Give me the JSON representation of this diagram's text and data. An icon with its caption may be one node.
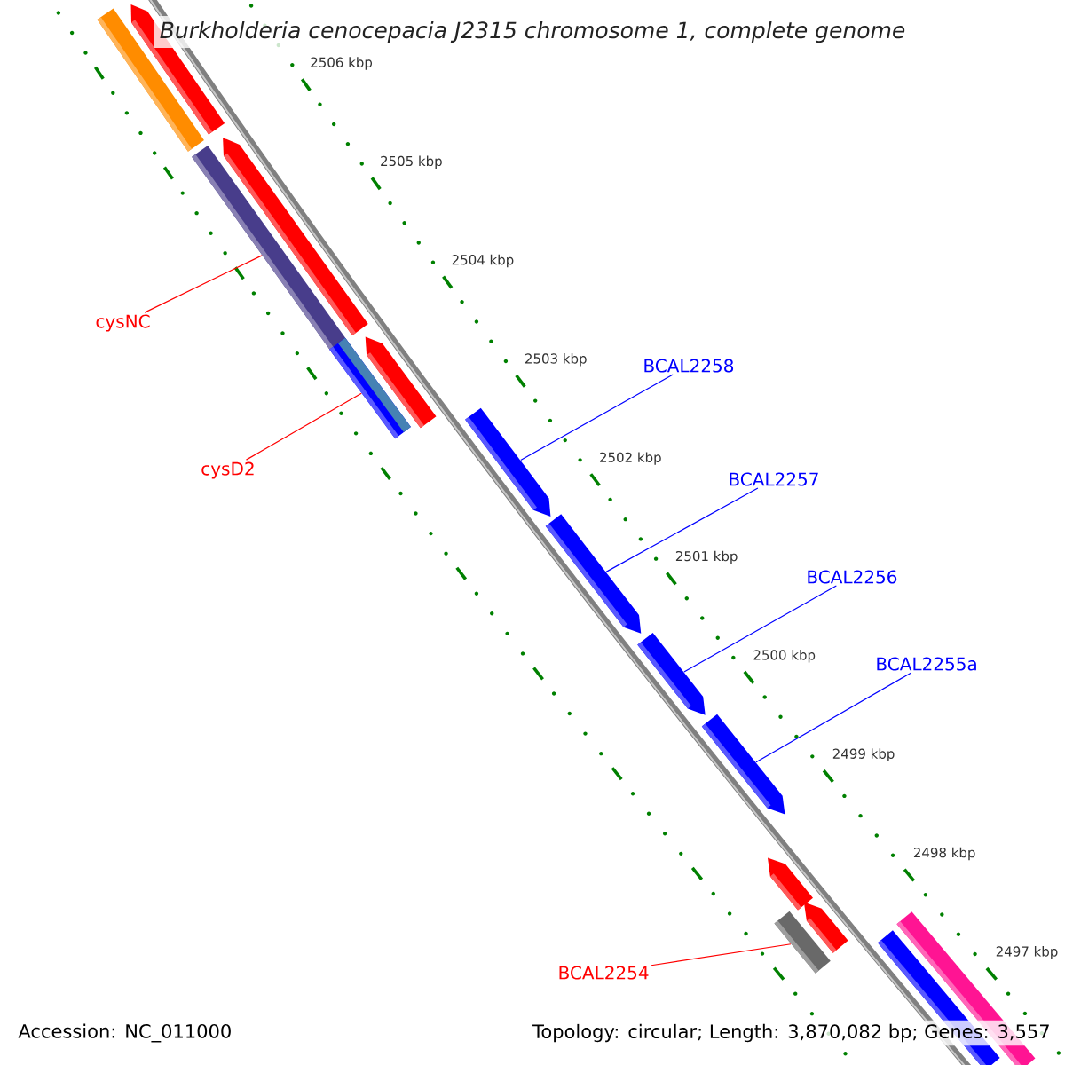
{
  "diagram": {
    "title": "Burkholderia cenocepacia J2315 chromosome 1, complete genome",
    "nodes": [
      {
        "text": [
          "cysNC"
        ]
      },
      {
        "text": [
          "cysD2"
        ]
      },
      {
        "text": [
          "BCAL2258"
        ]
      },
      {
        "text": [
          "BCAL2257"
        ]
      },
      {
        "text": [
          "BCAL2256"
        ]
      },
      {
        "text": [
          "BCAL2255a"
        ]
      },
      {
        "text": [
          "BCAL2254"
        ]
      },
      {
        "text": [],
        "shape": "bar"
      },
      {
        "text": [],
        "shape": "arrow"
      },
      {
        "text": [],
        "shape": "arrow"
      },
      {
        "text": [],
        "shape": "bar"
      },
      {
        "text": [],
        "shape": "arrow"
      },
      {
        "text": [],
        "shape": "bar"
      },
      {
        "text": [],
        "shape": "arrow"
      },
      {
        "text": [],
        "shape": "arrow"
      },
      {
        "text": [],
        "shape": "arrow"
      },
      {
        "text": [],
        "shape": "arrow"
      },
      {
        "text": [],
        "shape": "arrow"
      },
      {
        "text": [],
        "shape": "arrow"
      },
      {
        "text": [],
        "shape": "bar"
      },
      {
        "text": [],
        "shape": "bar"
      },
      {
        "text": [],
        "shape": "bar"
      }
    ],
    "edges": [
      {
        "from": 0,
        "to": 10,
        "arrow": "none",
        "color": "#ff0000"
      },
      {
        "from": 1,
        "to": 12,
        "arrow": "none",
        "color": "#ff0000"
      },
      {
        "from": 2,
        "to": 13,
        "arrow": "none"
      },
      {
        "from": 3,
        "to": 14,
        "arrow": "none"
      },
      {
        "from": 4,
        "to": 15,
        "arrow": "none"
      },
      {
        "from": 5,
        "to": 16,
        "arrow": "none"
      },
      {
        "from": 6,
        "to": 19,
        "arrow": "none",
        "color": "#ff0000"
      }
    ],
    "labels": [
      "2506 kbp",
      "2505 kbp",
      "2504 kbp",
      "2503 kbp",
      "2502 kbp",
      "2501 kbp",
      "2500 kbp",
      "2499 kbp",
      "2498 kbp",
      "2497 kbp",
      "Accession: NC_011000",
      "Topology: circular; Length: 3,870,082 bp; Genes: 3,557"
    ]
  }
}
